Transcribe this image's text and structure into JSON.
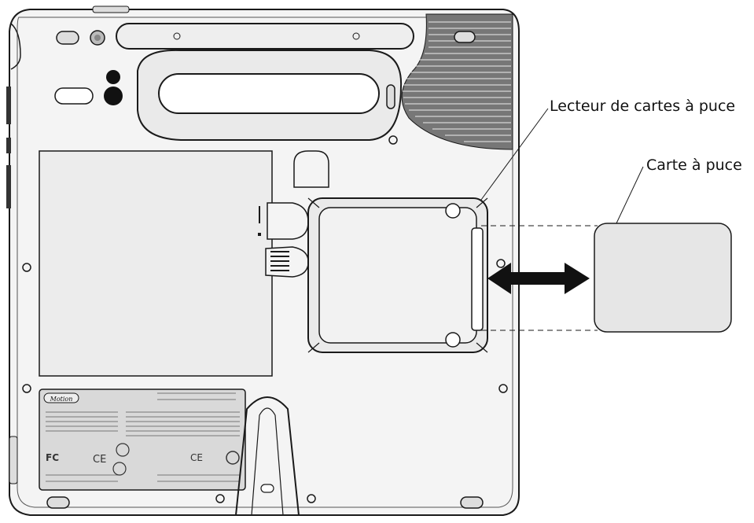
{
  "callouts": {
    "smart_card_reader": "Lecteur de cartes à puce",
    "smart_card": "Carte à puce"
  },
  "device_label": {
    "brand": "Motion"
  },
  "colors": {
    "outline": "#1a1a1a",
    "device_fill": "#f4f4f4",
    "card_fill": "#e6e6e6",
    "label_fill": "#d9d9d9",
    "speaker_grille": "#555555"
  },
  "icons": [
    "insertion-arrow",
    "ce-mark-icon",
    "fcc-mark-icon",
    "ul-mark-icon",
    "recycle-icon"
  ]
}
